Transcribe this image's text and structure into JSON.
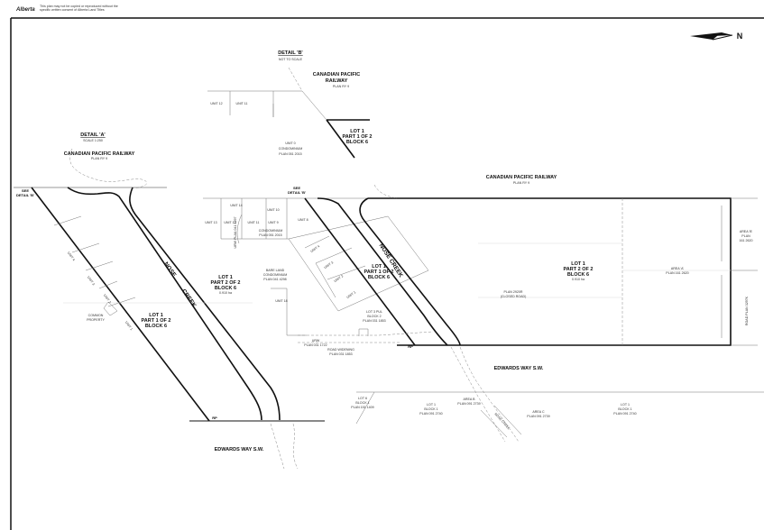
{
  "header": {
    "logo": "Alberta",
    "disclaimer": "This plan may not be copied or reproduced without the specific written consent of Alberta Land Titles"
  },
  "north_arrow": {
    "label": "N",
    "icon": "north-arrow-icon"
  },
  "detail_b": {
    "title": "DETAIL 'B'",
    "scale": "NOT TO SCALE",
    "railway_1": "CANADIAN PACIFIC",
    "railway_2": "RAILWAY",
    "railway_plan": "PLAN RY 9",
    "unit_12": "UNIT 12",
    "unit_11": "UNIT 11",
    "lot": "LOT 1",
    "part": "PART 1 OF 2",
    "block": "BLOCK 6",
    "condo_unit": "UNIT 0",
    "condo": "CONDOMINIUM",
    "condo_plan": "PLAN 051 2015"
  },
  "detail_a": {
    "title": "DETAIL 'A'",
    "scale": "SCALE 1:250",
    "railway": "CANADIAN PACIFIC RAILWAY",
    "railway_plan": "PLAN RY 9",
    "see_detail": "SEE",
    "see_detail_2": "DETAIL 'B'",
    "creek_1": "NOSE",
    "creek_2": "CREEK",
    "lot_a": {
      "lot": "LOT 1",
      "part": "PART 1 OF 2",
      "block": "BLOCK 6"
    },
    "lot_b": {
      "lot": "LOT 1",
      "part": "PART 2 OF 2",
      "block": "BLOCK 6",
      "area": "0.910 ha"
    },
    "common_1": "COMMON",
    "common_2": "PROPERTY",
    "unit_4": "UNIT 4",
    "unit_3": "UNIT 3",
    "unit_2": "UNIT 2",
    "unit_1": "UNIT 1",
    "rp": "RP",
    "road": "EDWARDS   WAY   S.W."
  },
  "main": {
    "railway": "CANADIAN PACIFIC RAILWAY",
    "railway_plan": "PLAN RY 9",
    "see_detail": "SEE",
    "see_detail_2": "DETAIL 'B'",
    "units": {
      "u14": "UNIT 14",
      "u13": "UNIT 13",
      "u12": "UNIT 12",
      "u11": "UNIT 11",
      "u10": "UNIT 10",
      "u9": "UNIT 9",
      "u8": "UNIT 8",
      "u18": "UNIT 18",
      "u4": "UNIT 4",
      "u3": "UNIT 3",
      "u2": "UNIT 2",
      "u1": "UNIT 1"
    },
    "condo": "CONDOMINIUM",
    "condo_plan": "PLAN 051 2015",
    "urw_plan": "URW PLAN 041 4297",
    "bare_1": "BARE LAND",
    "bare_2": "CONDOMINIUM",
    "bare_3": "PLAN 041 4298",
    "lot_part1": {
      "lot": "LOT 1",
      "part": "PART 1 OF 2",
      "block": "BLOCK 6"
    },
    "lot_part2": {
      "lot": "LOT 1",
      "part": "PART 2 OF 2",
      "block": "BLOCK 6",
      "area": "0.910 ha"
    },
    "lot3_1": "LOT 3 PUL",
    "lot3_2": "BLOCK 2",
    "lot3_3": "PLAN 031 1853",
    "urw_1": "URW",
    "urw_2": "PLAN 031 1722",
    "rw_1": "ROAD WIDENING",
    "rw_2": "PLAN 031 1853",
    "creek": "NOSE CREEK",
    "rp": "RP",
    "road": "EDWARDS   WAY   S.W.",
    "area_b_1": "AREA 'B'",
    "area_b_2": "PLAN",
    "area_b_3": "161 2620",
    "road_plan": "ROAD PLAN 3297K",
    "area_a": "AREA 'A'",
    "area_a_plan": "PLAN 161 2620",
    "plan_road": "PLAN 2920R",
    "closed_road": "(CLOSED ROAD)",
    "bottom_lots": [
      {
        "l1": "LOT 6",
        "l2": "BLOCK 1",
        "l3": "PLAN 151 1409"
      },
      {
        "l1": "LOT 1",
        "l2": "BLOCK 1",
        "l3": "PLAN 091 2740"
      },
      {
        "l1": "AREA B",
        "l2": "PLAN 091 2739"
      },
      {
        "l1": "AREA C",
        "l2": "PLAN 091 2739"
      },
      {
        "l1": "LOT 1",
        "l2": "BLOCK 1",
        "l3": "PLAN 091 2740"
      }
    ],
    "creek_small": "NOSE CREEK"
  }
}
